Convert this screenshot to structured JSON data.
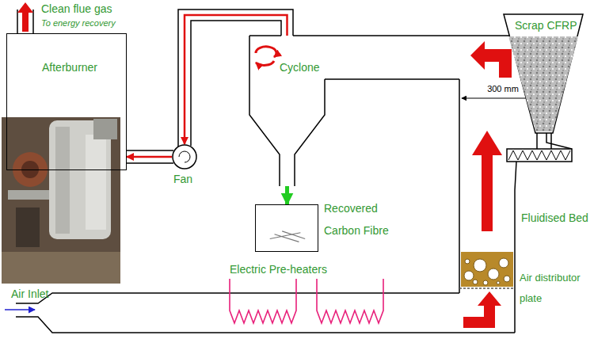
{
  "diagram": {
    "nodes": [
      {
        "text": [
          "Afterburner"
        ]
      },
      {
        "text": [
          "Fan"
        ]
      },
      {
        "text": [
          "Cyclone"
        ]
      },
      {
        "text": [
          "Recovered Carbon Fibre"
        ]
      },
      {
        "text": [
          "Scrap CFRP"
        ]
      },
      {
        "text": [
          "Fluidised Bed"
        ]
      }
    ],
    "edges": [
      {
        "from": 2,
        "to": 1,
        "arrow": "to"
      },
      {
        "from": 1,
        "to": 0,
        "arrow": "to"
      },
      {
        "from": 2,
        "to": 3,
        "arrow": "to"
      }
    ],
    "labels": [
      "Clean flue gas",
      "To energy recovery",
      "300 mm",
      "Air distributor plate",
      "Electric Pre-heaters",
      "Air Inlet"
    ]
  }
}
